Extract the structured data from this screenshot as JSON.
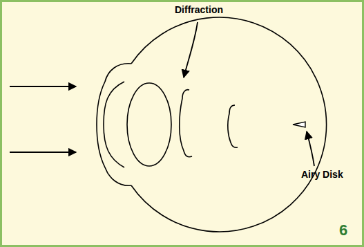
{
  "diagram": {
    "labels": [
      "Diffraction",
      "Airy Disk",
      "6"
    ]
  }
}
